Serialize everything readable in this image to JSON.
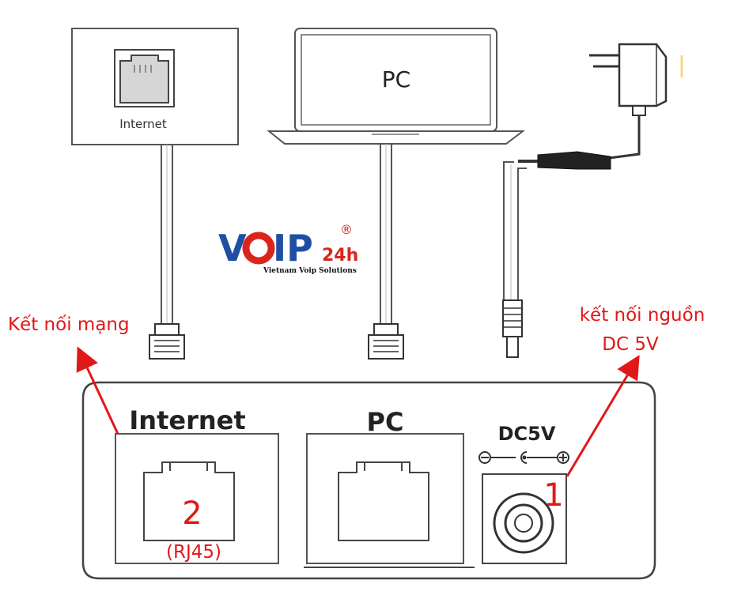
{
  "devices": {
    "wall_outlet_label": "Internet",
    "pc_label": "PC"
  },
  "panel": {
    "internet_label": "Internet",
    "pc_label": "PC",
    "dc_label": "DC5V"
  },
  "annotations": {
    "network_label": "Kết nối mạng",
    "power_label_line1": "kết nối nguồn",
    "power_label_line2": "DC 5V",
    "port_number_internet": "2",
    "port_type_internet": "(RJ45)",
    "port_number_power": "1"
  },
  "logo": {
    "text_part1": "V",
    "text_part2": "IP",
    "text_24h": "24h",
    "tagline": "Vietnam Voip Solutions",
    "registered": "®"
  },
  "colors": {
    "annotation_red": "#e01818",
    "logo_blue": "#1f4fa3",
    "logo_red": "#d9261c",
    "line_dark": "#333333"
  }
}
